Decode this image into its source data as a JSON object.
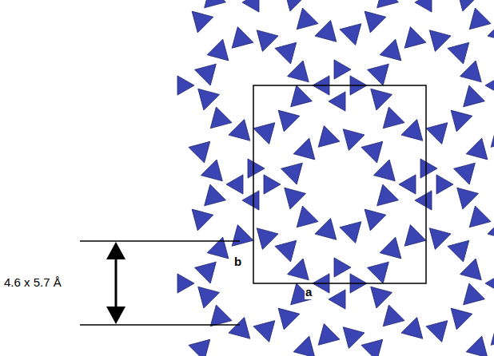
{
  "diagram": {
    "labels": [
      "4.6 x 5.7 Å",
      "b",
      "a"
    ]
  }
}
